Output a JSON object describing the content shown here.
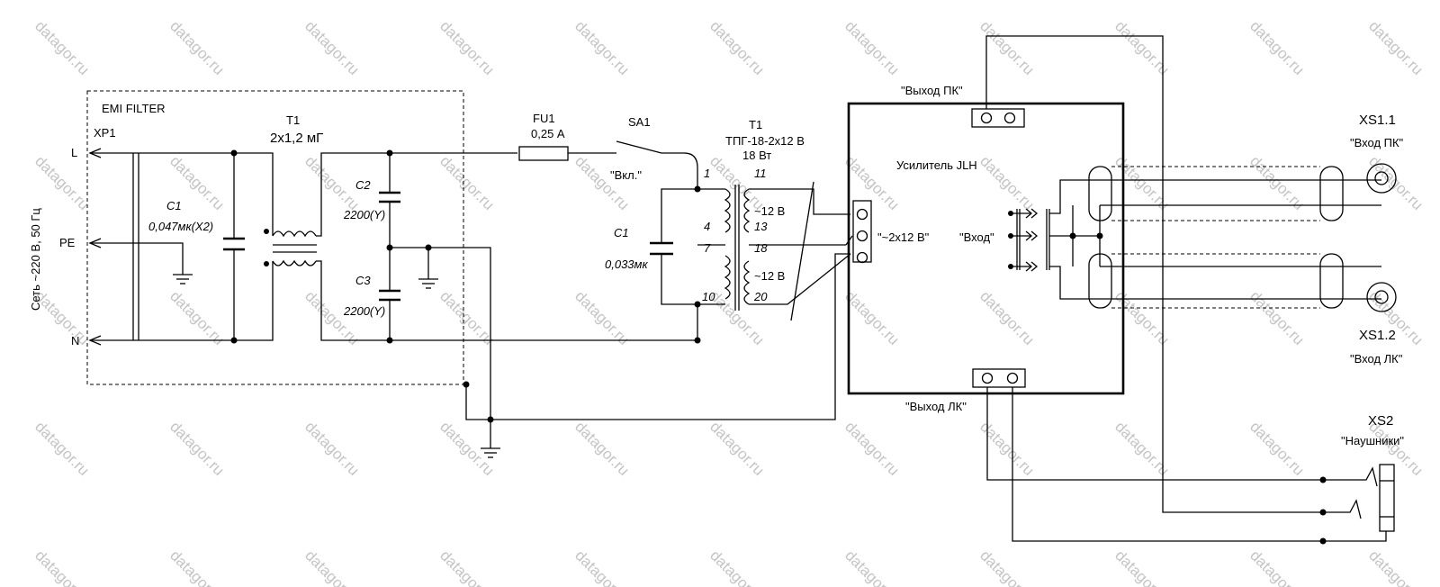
{
  "watermark": "datagor.ru",
  "mains": {
    "label": "Сеть ~220 В, 50 Гц",
    "connector": "XP1",
    "pin_l": "L",
    "pin_pe": "PE",
    "pin_n": "N"
  },
  "emi_filter": {
    "title": "EMI FILTER",
    "choke_ref": "T1",
    "choke_value": "2х1,2 мГ",
    "c1_ref": "C1",
    "c1_value": "0,047мк(X2)",
    "c2_ref": "C2",
    "c2_value": "2200(Y)",
    "c3_ref": "C3",
    "c3_value": "2200(Y)"
  },
  "fuse": {
    "ref": "FU1",
    "value": "0,25 А"
  },
  "switch": {
    "ref": "SA1",
    "label": "\"Вкл.\""
  },
  "transformer": {
    "ref": "T1",
    "type": "ТПГ-18-2х12 В",
    "power": "18 Вт",
    "cap_ref": "C1",
    "cap_value": "0,033мк",
    "pin1": "1",
    "pin4": "4",
    "pin7": "7",
    "pin10": "10",
    "pin11": "11",
    "pin13": "13",
    "pin18": "18",
    "pin20": "20",
    "sec1": "~12 В",
    "sec2": "~12 В"
  },
  "amplifier": {
    "title": "Усилитель JLH",
    "power_in": "\"~2х12 В\"",
    "signal_in": "\"Вход\"",
    "out_right": "\"Выход ПК\"",
    "out_left": "\"Выход ЛК\""
  },
  "xs1_1": {
    "ref": "XS1.1",
    "label": "\"Вход ПК\""
  },
  "xs1_2": {
    "ref": "XS1.2",
    "label": "\"Вход ЛК\""
  },
  "xs2": {
    "ref": "XS2",
    "label": "\"Наушники\""
  }
}
